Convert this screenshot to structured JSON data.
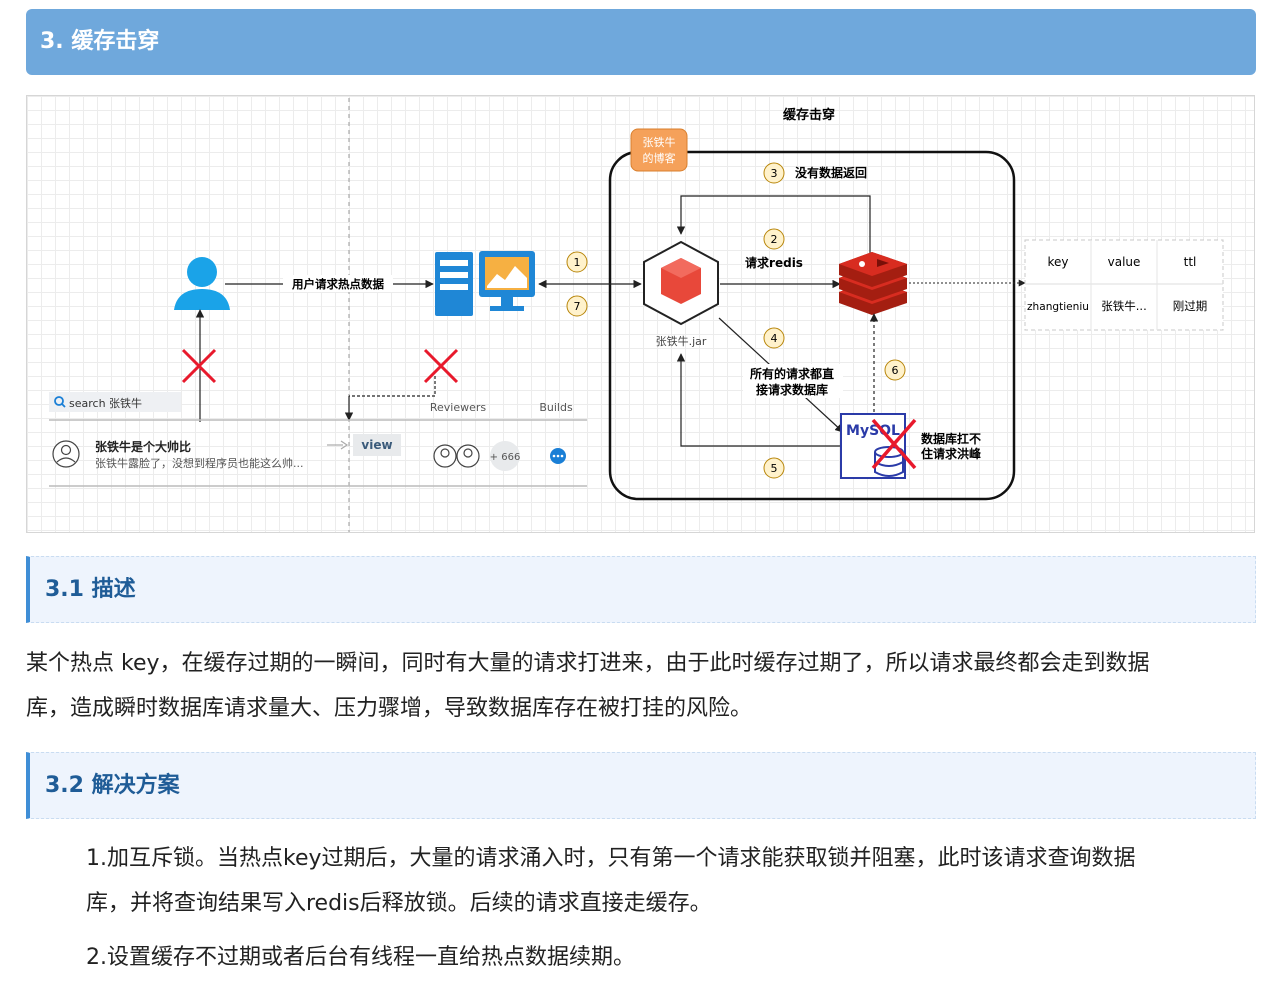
{
  "section_title": "3. 缓存击穿",
  "diagram": {
    "title": "缓存击穿",
    "blog_tag": [
      "张铁牛",
      "的博客"
    ],
    "user_arrow_label": "用户请求热点数据",
    "steps": {
      "s1": "1",
      "s2": "2",
      "s3": "3",
      "s4": "4",
      "s5": "5",
      "s6": "6",
      "s7": "7"
    },
    "step2_label": "请求redis",
    "step3_label": "没有数据返回",
    "step4_label_line1": "所有的请求都直",
    "step4_label_line2": "接请求数据库",
    "app_label": "张铁牛.jar",
    "mysql_text": "MySQL",
    "db_label_line1": "数据库扛不",
    "db_label_line2": "住请求洪峰",
    "cache_table": {
      "headers": [
        "key",
        "value",
        "ttl"
      ],
      "row": [
        "zhangtieniu",
        "张铁牛...",
        "刚过期"
      ]
    },
    "widget": {
      "search_text": "search 张铁牛",
      "col_reviewers": "Reviewers",
      "col_builds": "Builds",
      "item_title": "张铁牛是个大帅比",
      "item_subtitle": "张铁牛露脸了，没想到程序员也能这么帅...",
      "view_button": "view",
      "count_badge": "+ 666"
    }
  },
  "section_31_title": "3.1 描述",
  "section_31_p1": "某个热点 key，在缓存过期的一瞬间，同时有大量的请求打进来，由于此时缓存过期了，所以请求最终都会走到数据",
  "section_31_p2": "库，造成瞬时数据库请求量大、压力骤增，导致数据库存在被打挂的风险。",
  "section_32_title": "3.2 解决方案",
  "solution_1_line1": "1.加互斥锁。当热点key过期后，大量的请求涌入时，只有第一个请求能获取锁并阻塞，此时该请求查询数据",
  "solution_1_line2": "库，并将查询结果写入redis后释放锁。后续的请求直接走缓存。",
  "solution_2": "2.设置缓存不过期或者后台有线程一直给热点数据续期。",
  "colors": {
    "header_bar": "#6fa8dc",
    "h4_text": "#1f5c97",
    "h4_border": "#3f8ed6",
    "step_circle": "#fff2cc",
    "blog_tag": "#f5a15a",
    "redis_red": "#c9302c",
    "cross_red": "#e8192c"
  }
}
